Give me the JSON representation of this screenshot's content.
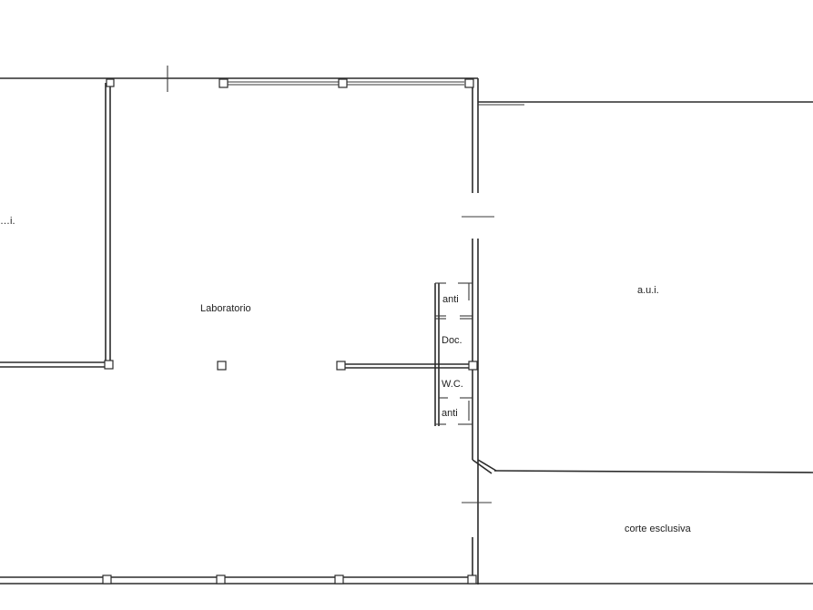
{
  "rooms": {
    "laboratorio": "Laboratorio",
    "aui_right": "a.u.i.",
    "aui_left_partial": "…i.",
    "anti_top": "anti",
    "doc": "Doc.",
    "wc": "W.C.",
    "anti_bottom": "anti",
    "corte": "corte esclusiva"
  }
}
